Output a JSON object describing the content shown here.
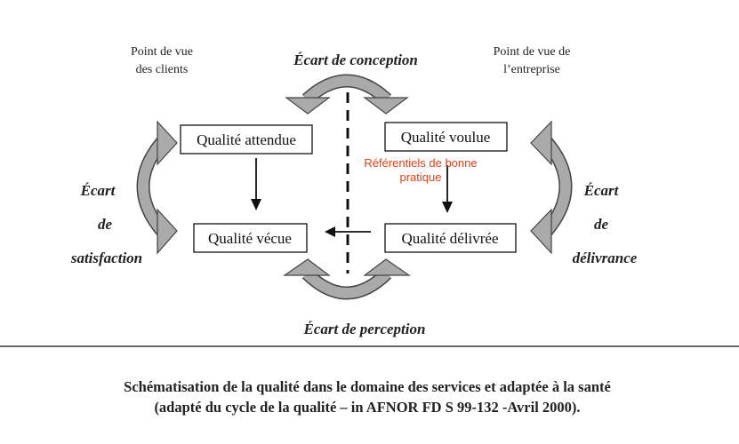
{
  "viewpoints": {
    "clients": [
      "Point de vue",
      "des clients"
    ],
    "company": [
      "Point de vue de",
      "l’entreprise"
    ]
  },
  "gaps": {
    "conception": "Écart de conception",
    "perception": "Écart de perception",
    "satisfaction": [
      "Écart",
      "de",
      "satisfaction"
    ],
    "delivrance": [
      "Écart",
      "de",
      "délivrance"
    ]
  },
  "boxes": {
    "attendue": "Qualité attendue",
    "voulue": "Qualité voulue",
    "vecue": "Qualité vécue",
    "delivree": "Qualité délivrée"
  },
  "annotation": [
    "Référentiels de bonne",
    "pratique"
  ],
  "caption": [
    "Schématisation de la qualité dans le domaine des services et adaptée à la santé",
    "(adapté du cycle de la qualité – in AFNOR FD S 99-132 -Avril 2000)."
  ]
}
